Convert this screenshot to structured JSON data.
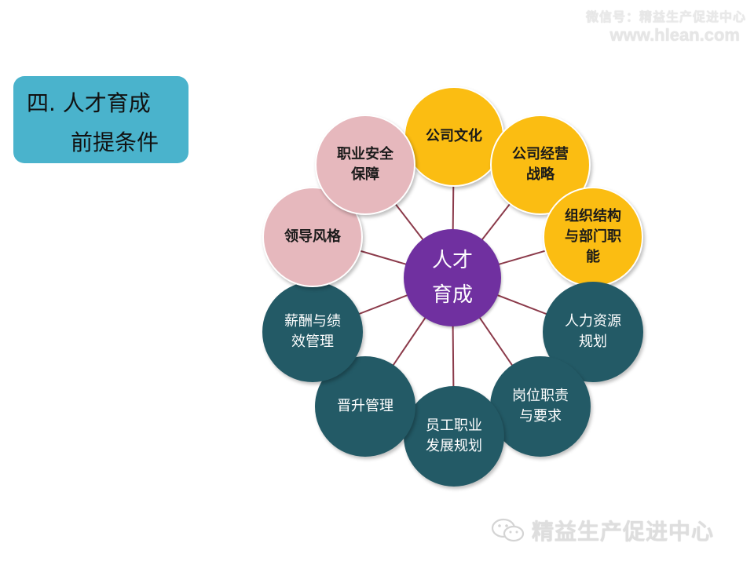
{
  "watermark": {
    "line1": "微信号：精益生产促进中心",
    "line2": "www.hlean.com"
  },
  "title": {
    "line1": "四. 人才育成",
    "line2": "前提条件"
  },
  "center": {
    "label": "人才\n育成"
  },
  "nodes": [
    {
      "id": "company-culture",
      "label": "公司文化",
      "color": "yellow"
    },
    {
      "id": "strategy",
      "label": "公司经营\n战略",
      "color": "yellow"
    },
    {
      "id": "org-structure",
      "label": "组织结构\n与部门职\n能",
      "color": "yellow"
    },
    {
      "id": "hr-planning",
      "label": "人力资源\n规划",
      "color": "teal"
    },
    {
      "id": "job-duty",
      "label": "岗位职责\n与要求",
      "color": "teal"
    },
    {
      "id": "career-dev",
      "label": "员工职业\n发展规划",
      "color": "teal"
    },
    {
      "id": "promotion",
      "label": "晋升管理",
      "color": "teal"
    },
    {
      "id": "compensation",
      "label": "薪酬与绩\n效管理",
      "color": "teal"
    },
    {
      "id": "leadership",
      "label": "领导风格",
      "color": "pink"
    },
    {
      "id": "job-security",
      "label": "职业安全\n保障",
      "color": "pink"
    }
  ],
  "colors": {
    "yellow": "#fbbd12",
    "pink": "#e6b8bd",
    "teal": "#235a66",
    "center": "#7030a0",
    "spoke": "#8b3a4a",
    "title_bg": "#4ab3cc"
  },
  "footer": {
    "logo_text": "精益生产促进中心",
    "icon": "wechat-icon"
  }
}
